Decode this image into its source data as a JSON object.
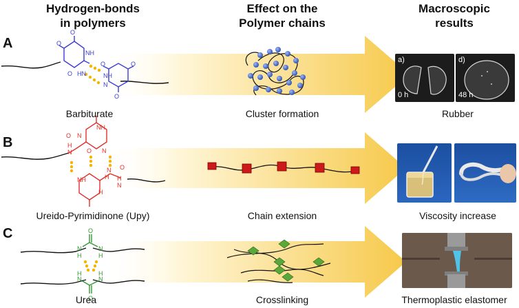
{
  "headers": {
    "col1": [
      "Hydrogen-bonds",
      "in polymers"
    ],
    "col2": [
      "Effect on the",
      "Polymer chains"
    ],
    "col3": [
      "Macroscopic",
      "results"
    ]
  },
  "rows": [
    {
      "label": "A",
      "molecule_caption": "Barbiturate",
      "effect_caption": "Cluster formation",
      "result_caption": "Rubber",
      "photo_labels": [
        "a)",
        "d)",
        "0 h",
        "48 h"
      ],
      "molecule_atoms": [
        "HN",
        "NH",
        "O",
        "O",
        "O",
        "N",
        "NH",
        "O",
        "O",
        "O"
      ]
    },
    {
      "label": "B",
      "molecule_caption": "Ureido-Pyrimidinone (Upy)",
      "effect_caption": "Chain extension",
      "result_caption": "Viscosity increase",
      "molecule_atoms": [
        "H",
        "N",
        "N",
        "O",
        "NH",
        "N",
        "NH",
        "O",
        "H",
        "N",
        "N",
        "O",
        "H",
        "H"
      ]
    },
    {
      "label": "C",
      "molecule_caption": "Urea",
      "effect_caption": "Crosslinking",
      "result_caption": "Thermoplastic elastomer",
      "molecule_atoms": [
        "N",
        "H",
        "O",
        "N",
        "H",
        "N",
        "H",
        "O",
        "N",
        "H"
      ]
    }
  ],
  "colors": {
    "arrow_start": "#fffbe8",
    "arrow_end": "#f6c94a",
    "barbiturate": "#3b3bd6",
    "upy": "#e0302a",
    "urea": "#2f9a2f",
    "hbond": "#f4b400",
    "cluster_bead": "#3a63c8",
    "chain_block": "#cc1a1a"
  }
}
